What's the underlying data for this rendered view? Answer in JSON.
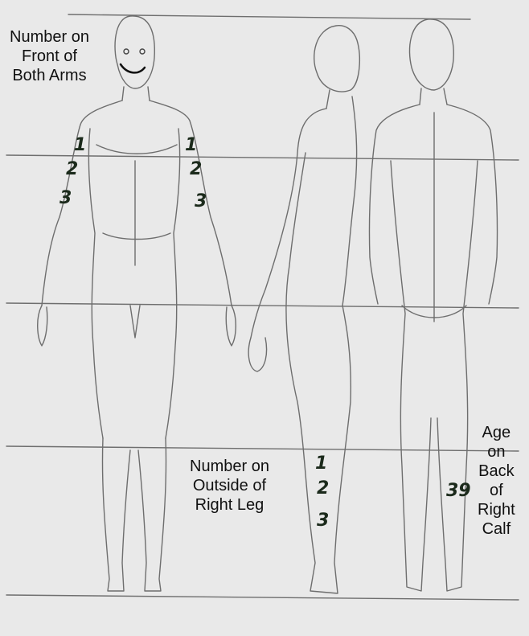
{
  "labels": {
    "arms": [
      "Number on",
      "Front of",
      "Both Arms"
    ],
    "leg": [
      "Number on",
      "Outside of",
      "Right Leg"
    ],
    "calf": [
      "Age",
      "on",
      "Back",
      "of",
      "Right",
      "Calf"
    ]
  },
  "marks": {
    "left_arm": [
      "1",
      "2",
      "3"
    ],
    "right_arm": [
      "1",
      "2",
      "3"
    ],
    "leg": [
      "1",
      "2",
      "3"
    ],
    "calf_age": "39"
  },
  "colors": {
    "paper": "#e9e9e9",
    "pencil": "#6e6e6e",
    "ink": "#1b2a1b"
  }
}
